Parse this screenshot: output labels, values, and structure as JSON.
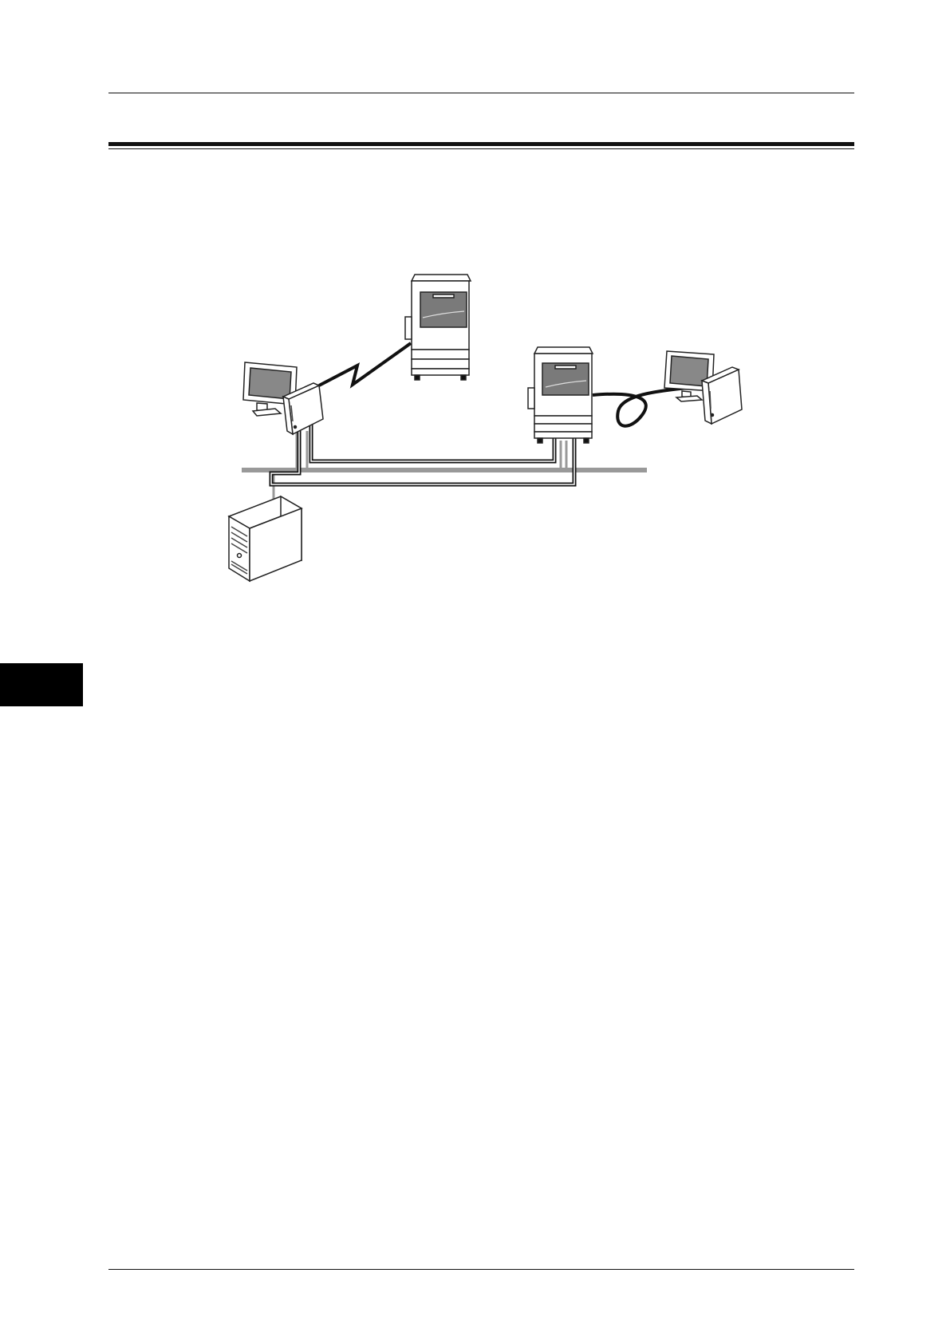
{
  "page": {
    "header": {},
    "footer": {}
  },
  "diagram": {
    "devices": [
      {
        "id": "printer-wireless",
        "kind": "multifunction-printer"
      },
      {
        "id": "printer-wired",
        "kind": "multifunction-printer"
      },
      {
        "id": "pc-left",
        "kind": "desktop-pc"
      },
      {
        "id": "pc-right",
        "kind": "desktop-pc"
      },
      {
        "id": "server",
        "kind": "tower-server"
      }
    ],
    "connections": [
      {
        "from": "pc-left",
        "to": "printer-wireless",
        "type": "wireless"
      },
      {
        "from": "pc-left",
        "to": "printer-wired",
        "type": "network"
      },
      {
        "from": "server",
        "to": "printer-wired",
        "type": "network"
      },
      {
        "from": "printer-wired",
        "to": "pc-right",
        "type": "direct-cable"
      }
    ],
    "colors": {
      "line": "#111111",
      "network_bus": "#999999",
      "panel": "#7a7a7a"
    }
  }
}
